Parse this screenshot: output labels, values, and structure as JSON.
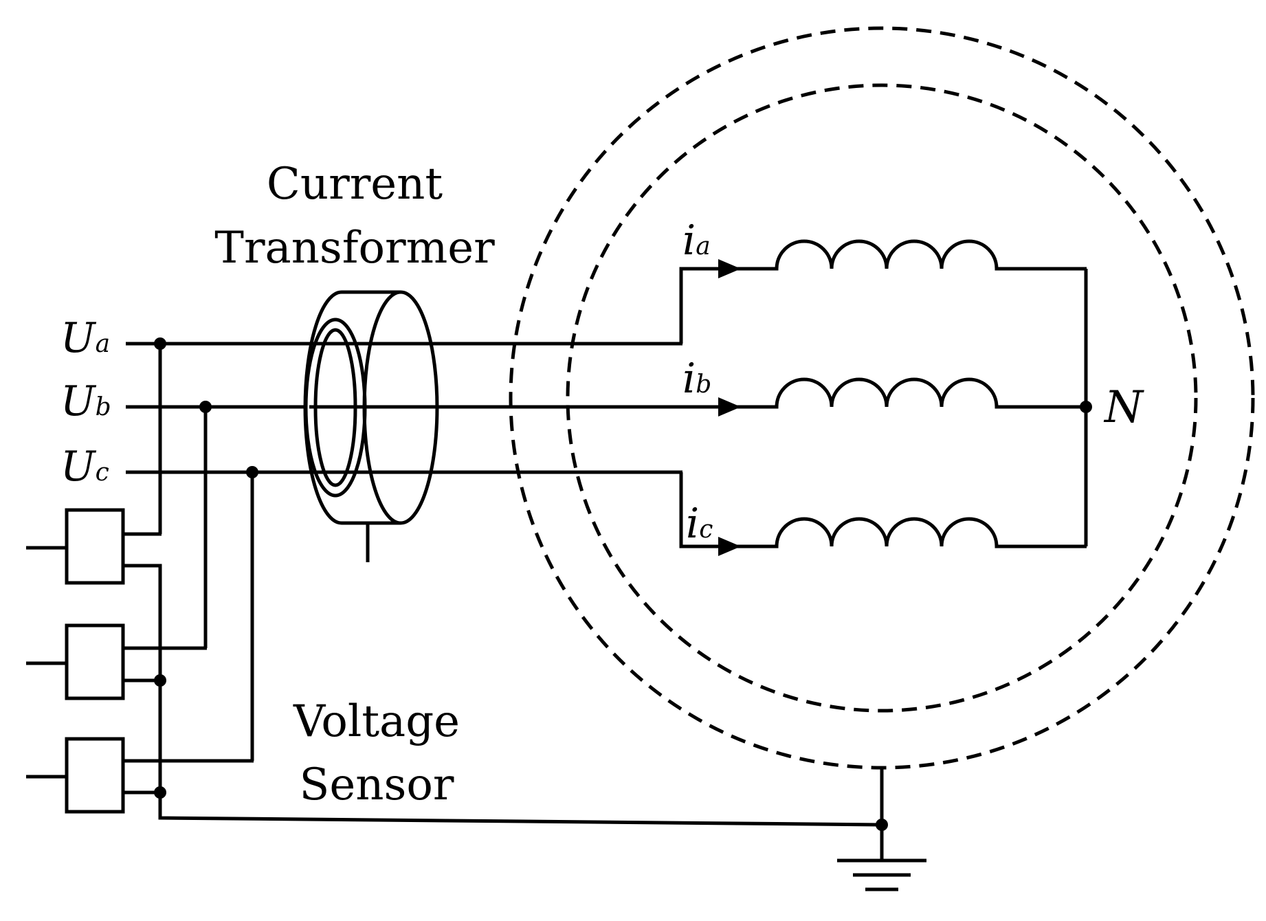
{
  "labels": {
    "current_transformer_line1": "Current",
    "current_transformer_line2": "Transformer",
    "voltage_sensor_line1": "Voltage",
    "voltage_sensor_line2": "Sensor",
    "neutral": "N"
  },
  "phases": [
    {
      "voltage_symbol": "U",
      "voltage_subscript": "a",
      "current_symbol": "i",
      "current_subscript": "a"
    },
    {
      "voltage_symbol": "U",
      "voltage_subscript": "b",
      "current_symbol": "i",
      "current_subscript": "b"
    },
    {
      "voltage_symbol": "U",
      "voltage_subscript": "c",
      "current_symbol": "i",
      "current_subscript": "c"
    }
  ]
}
